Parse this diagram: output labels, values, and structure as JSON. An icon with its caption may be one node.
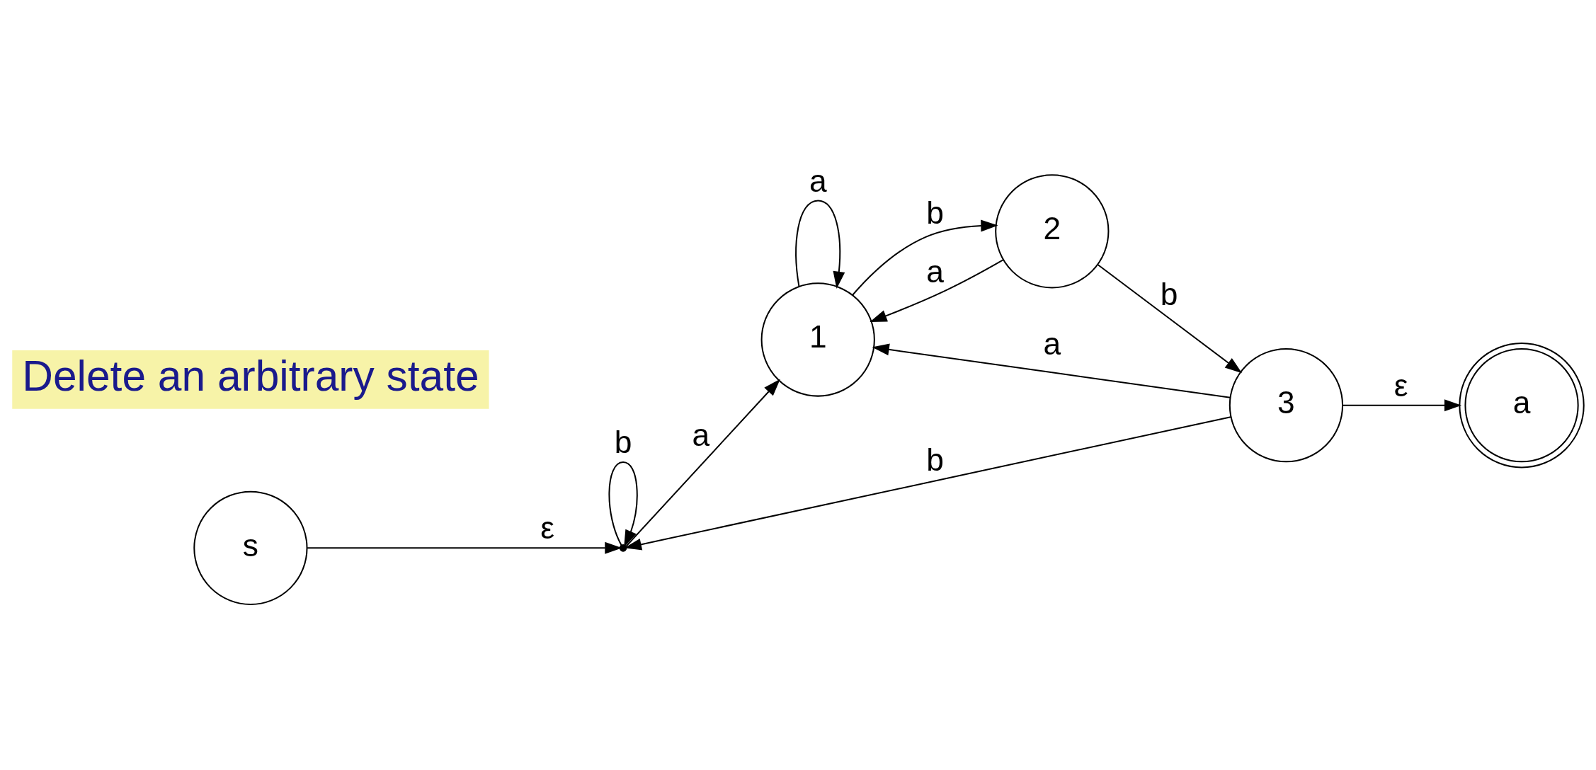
{
  "diagram": {
    "nodes": [
      {
        "text": [],
        "shape": "point"
      },
      {
        "text": [
          "1"
        ]
      },
      {
        "text": [
          "2"
        ]
      },
      {
        "text": [
          "3"
        ]
      },
      {
        "text": [
          "s"
        ]
      },
      {
        "text": [
          "a"
        ]
      }
    ],
    "edges": [
      {
        "from": 0,
        "to": 0,
        "arrow": "to",
        "label": "b"
      },
      {
        "from": 0,
        "to": 1,
        "arrow": "to",
        "label": "a"
      },
      {
        "from": 1,
        "to": 1,
        "arrow": "to",
        "label": "a"
      },
      {
        "from": 1,
        "to": 2,
        "arrow": "to",
        "label": "b"
      },
      {
        "from": 2,
        "to": 1,
        "arrow": "to",
        "label": "a"
      },
      {
        "from": 2,
        "to": 3,
        "arrow": "to",
        "label": "b"
      },
      {
        "from": 3,
        "to": 1,
        "arrow": "to",
        "label": "a"
      },
      {
        "from": 3,
        "to": 0,
        "arrow": "to",
        "label": "b"
      },
      {
        "from": 4,
        "to": 0,
        "arrow": "to",
        "label": "ε"
      },
      {
        "from": 3,
        "to": 5,
        "arrow": "to",
        "label": "ε"
      }
    ],
    "labels": [
      "Delete an arbitrary state"
    ]
  }
}
